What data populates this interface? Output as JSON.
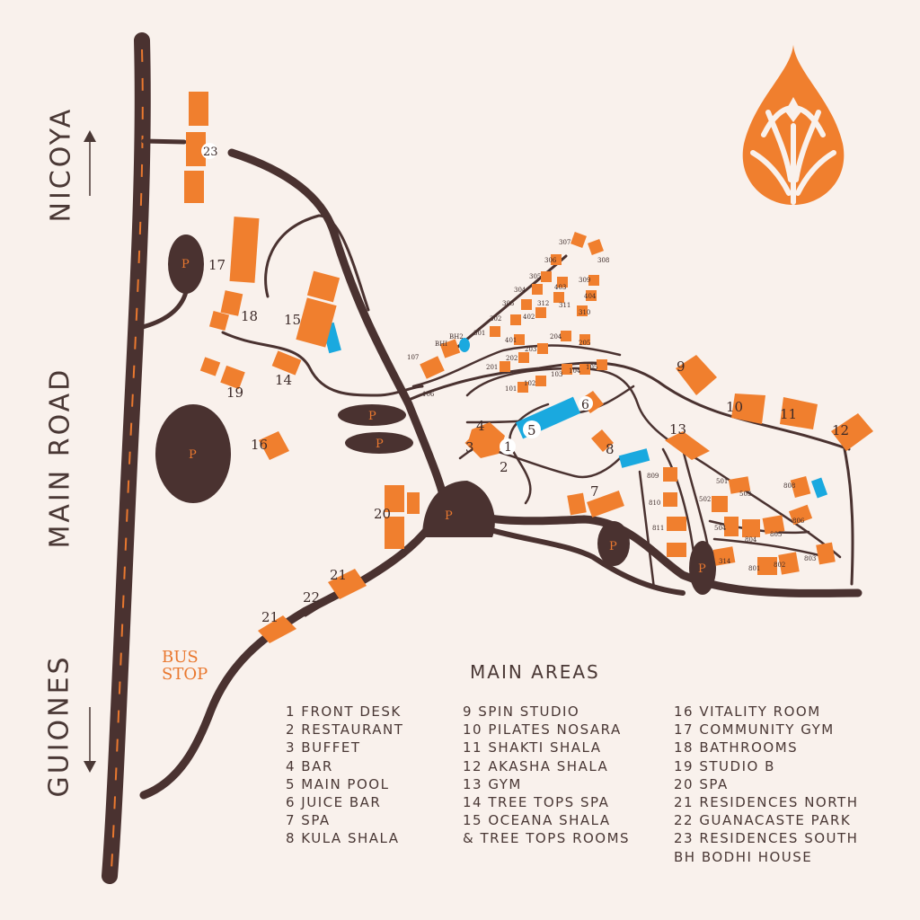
{
  "map": {
    "directions": {
      "north": "NICOYA",
      "center": "MAIN ROAD",
      "south": "GUIONES"
    },
    "bus_stop": "BUS STOP",
    "parking_symbol": "P",
    "building_numbers": {
      "n1": "1",
      "n2": "2",
      "n3": "3",
      "n4": "4",
      "n5": "5",
      "n6": "6",
      "n7": "7",
      "n8": "8",
      "n9": "9",
      "n10": "10",
      "n11": "11",
      "n12": "12",
      "n13": "13",
      "n14": "14",
      "n15": "15",
      "n16": "16",
      "n17": "17",
      "n18": "18",
      "n19": "19",
      "n20": "20",
      "n21a": "21",
      "n21b": "21",
      "n22": "22",
      "n23": "23"
    },
    "room_numbers": {
      "r307": "307",
      "r308": "308",
      "r306": "306",
      "r305": "305",
      "r309": "309",
      "r304": "304",
      "r403": "403",
      "r404": "404",
      "r303": "303",
      "r312": "312",
      "r311": "311",
      "r310": "310",
      "r302": "302",
      "r402": "402",
      "r301": "301",
      "r401": "401",
      "r204": "204",
      "r205": "205",
      "rbhi": "BHI",
      "rbh2": "BH2",
      "r203": "203",
      "r107": "107",
      "r202": "202",
      "r201": "201",
      "r103": "103",
      "r104": "104",
      "r105": "105",
      "r101": "101",
      "r102": "102",
      "r106": "106",
      "r809": "809",
      "r810": "810",
      "r811": "811",
      "r501": "501",
      "r502": "502",
      "r503": "503",
      "r808": "808",
      "r504": "504",
      "r806": "806",
      "r805": "805",
      "r804": "804",
      "r803": "803",
      "r314": "314",
      "r801": "801",
      "r802": "802"
    },
    "colors": {
      "road": "#4a3230",
      "building": "#f07f2e",
      "pool": "#1aa9df",
      "background": "#f9f1ec",
      "lane_marking": "#e9782f"
    },
    "logo_icon": "bodhi-leaf-logo"
  },
  "legend": {
    "title": "MAIN AREAS",
    "col1": [
      "1 FRONT DESK",
      "2 RESTAURANT",
      "3 BUFFET",
      "4 BAR",
      "5 MAIN POOL",
      "6 JUICE BAR",
      "7 SPA",
      "8 KULA SHALA"
    ],
    "col2": [
      "9 SPIN STUDIO",
      "10 PILATES NOSARA",
      "11 SHAKTI SHALA",
      "12 AKASHA SHALA",
      "13 GYM",
      "14 TREE TOPS SPA",
      "15 OCEANA SHALA",
      "& TREE TOPS ROOMS"
    ],
    "col3": [
      "16 VITALITY ROOM",
      "17 COMMUNITY GYM",
      "18 BATHROOMS",
      "19 STUDIO B",
      "20 SPA",
      "21 RESIDENCES NORTH",
      "22 GUANACASTE PARK",
      "23 RESIDENCES SOUTH",
      "BH BODHI HOUSE"
    ]
  }
}
